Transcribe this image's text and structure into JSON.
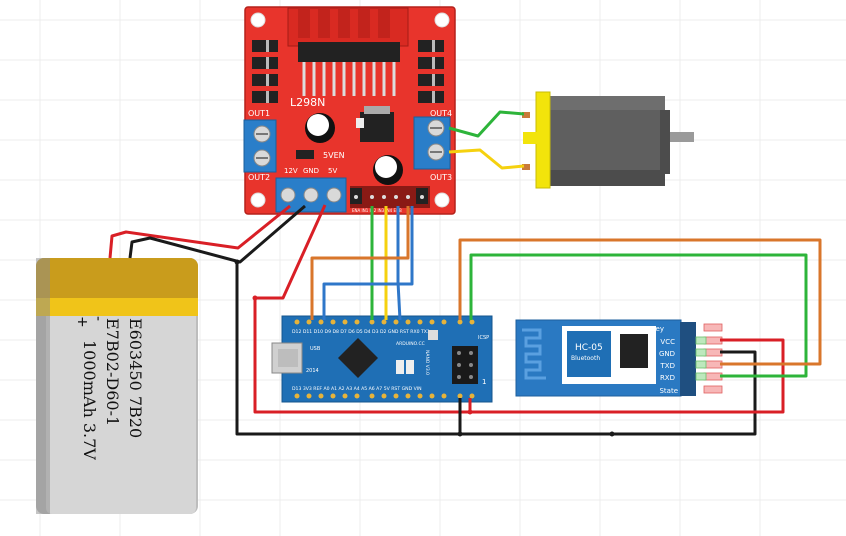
{
  "driver": {
    "chip": "L298N",
    "out1": "OUT1",
    "out2": "OUT2",
    "out3": "OUT3",
    "out4": "OUT4",
    "v12": "12V",
    "gnd": "GND",
    "v5": "5V",
    "v5en": "5VEN",
    "in_labels": "ENA IN1 IN2 IN3 IN4 ENB"
  },
  "battery": {
    "plus": "+",
    "minus": "-",
    "line1": "E603450 7B20",
    "line2": "E7B02-D60-1",
    "line3": "1000mAh 3.7V"
  },
  "nano": {
    "top_pins": "D12 D11 D10 D9 D8 D7 D6 D5 D4 D3 D2 GND RST RX0 TX1",
    "bottom_pins": "D13 3V3 REF A0 A1 A2 A3 A4 A5 A6 A7 5V RST GND VIN",
    "brand": "ARDUINO.CC",
    "model": "NANO V3.0",
    "usb": "USB",
    "icsp": "ICSP",
    "year": "2014",
    "pin1": "1"
  },
  "bluetooth": {
    "name": "HC-05",
    "sub": "Bluetooth",
    "pins": [
      "Key",
      "VCC",
      "GND",
      "TXD",
      "RXD",
      "State"
    ]
  },
  "colors": {
    "board_red": "#e8342c",
    "nano_blue": "#1f6fb5",
    "bt_blue": "#2a79c2",
    "wire_red": "#d91f26",
    "wire_black": "#1a1a1a",
    "wire_green": "#2db43a",
    "wire_yellow": "#f5d10f",
    "wire_blue": "#2f77c9",
    "wire_orange": "#d9762b",
    "battery_gold": "#c99c1c",
    "motor_yellow": "#f2e40b",
    "motor_grey": "#5f5f5f"
  }
}
